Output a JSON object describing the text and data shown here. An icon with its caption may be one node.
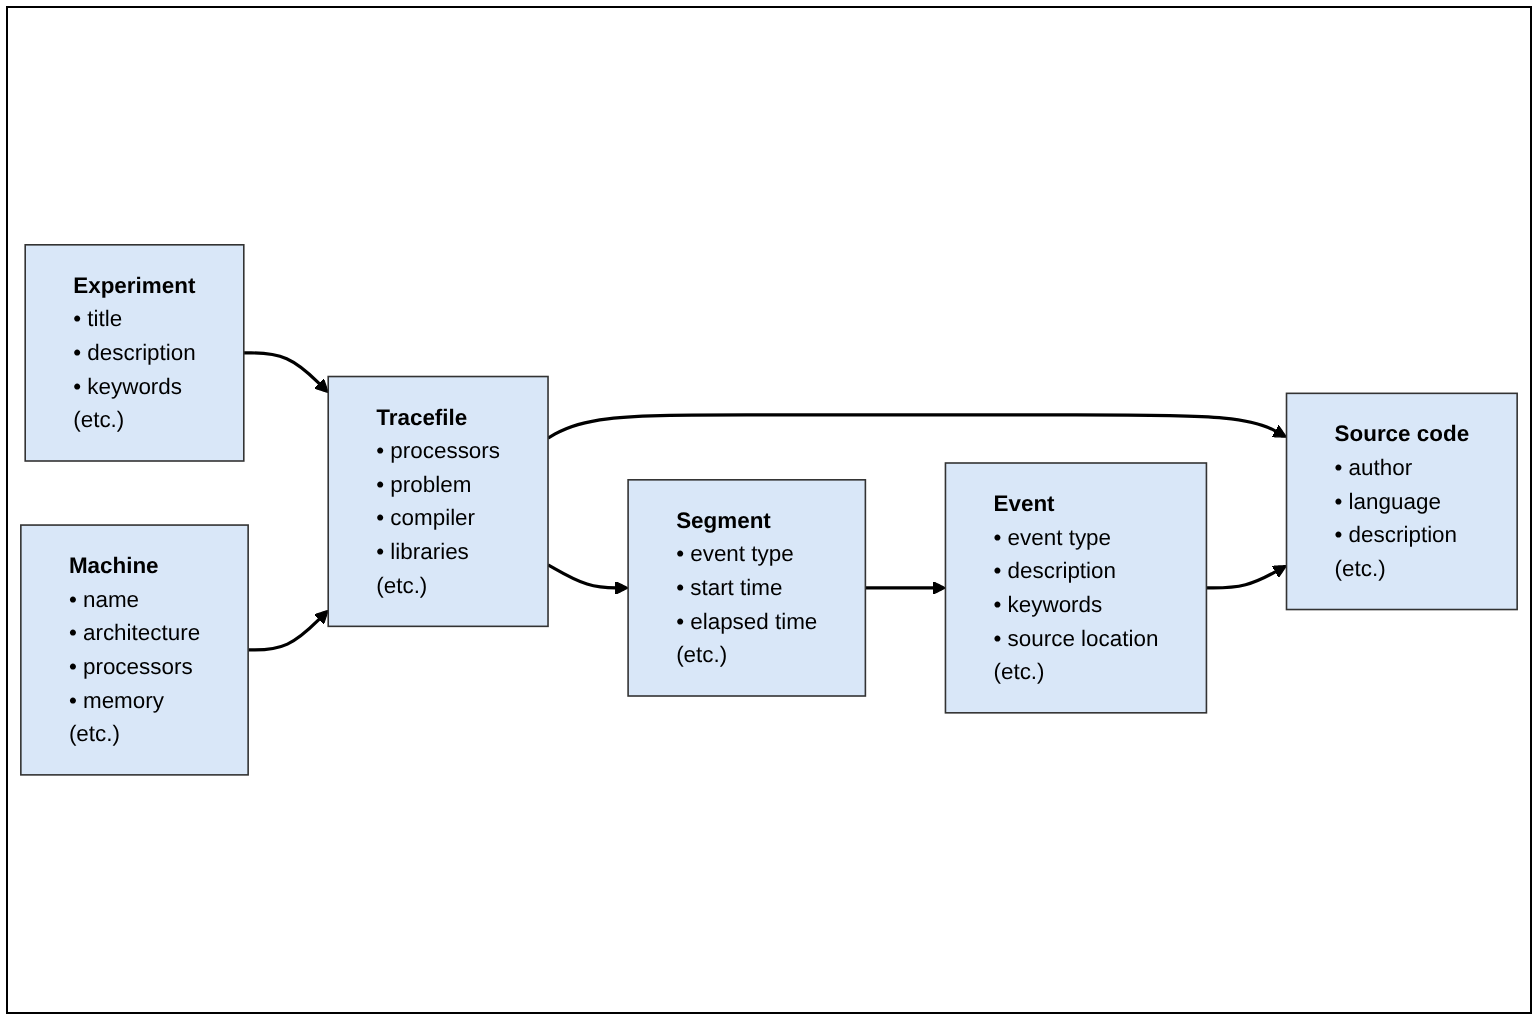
{
  "diagram": {
    "nodes": [
      {
        "text": [
          "Experiment",
          "• title",
          "• description",
          "• keywords",
          "(etc.)"
        ]
      },
      {
        "text": [
          "Machine",
          "• name",
          "• architecture",
          "• processors",
          "• memory",
          "(etc.)"
        ]
      },
      {
        "text": [
          "Tracefile",
          "• processors",
          "• problem",
          "• compiler",
          "• libraries",
          "(etc.)"
        ]
      },
      {
        "text": [
          "Segment",
          "• event type",
          "• start time",
          "• elapsed time",
          "(etc.)"
        ]
      },
      {
        "text": [
          "Source code",
          "• author",
          "• language",
          "• description",
          "(etc.)"
        ]
      },
      {
        "text": [
          "Event",
          "• event type",
          "• description",
          "• keywords",
          "• source location",
          "(etc.)"
        ]
      }
    ],
    "edges": [
      {
        "from": 0,
        "to": 2,
        "arrow": "to"
      },
      {
        "from": 1,
        "to": 2,
        "arrow": "to"
      },
      {
        "from": 2,
        "to": 3,
        "arrow": "to"
      },
      {
        "from": 2,
        "to": 4,
        "arrow": "to"
      },
      {
        "from": 3,
        "to": 5,
        "arrow": "to"
      },
      {
        "from": 5,
        "to": 4,
        "arrow": "to"
      }
    ]
  }
}
